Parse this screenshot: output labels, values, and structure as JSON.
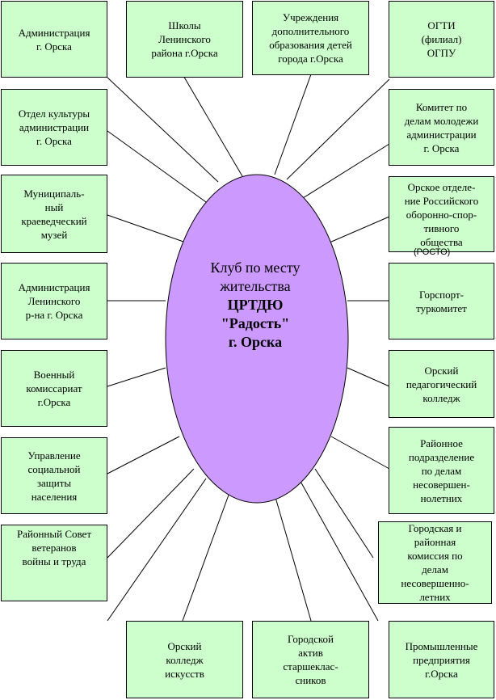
{
  "center": {
    "line1": "Клуб по месту",
    "line2": "жительства",
    "line3": "ЦРТДЮ",
    "line4": "\"Радость\"",
    "line5": "г. Орска"
  },
  "boxes": {
    "b01": "Администрация\nг. Орска",
    "b02": "Школы\nЛенинского\nрайона г.Орска",
    "b03": "Учреждения\nдополнительного\nобразования детей\nгорода г.Орска",
    "b04": "ОГТИ\n(филиал)\nОГПУ",
    "b05": "Отдел культуры\nадминистрации\nг. Орска",
    "b06": "Комитет по\nделам молодежи\nадминистрации\nг. Орска",
    "b07": "Муниципаль-\nный\nкраеведческий\nмузей",
    "b08": "Орское отделе-\nние Российского\nоборонно-спор-\nтивного\nобщества",
    "b09": "Администрация\nЛенинского\nр-на г. Орска",
    "b10": "Горспорт-\nтуркомитет",
    "b11": "Военный\nкомиссариат\nг.Орска",
    "b12": "Орский\nпедагогический\nколледж",
    "b13": "Управление\nсоциальной\nзащиты\nнаселения",
    "b14": "Районное\nподразделение\nпо делам\nнесовершен-\nнолетних",
    "b15": "Районный Совет\nветеранов\nвойны и труда",
    "b16": "Городская и\nрайонная\nкомиссия по\nделам\nнесовершенно-\nлетних",
    "b17": "Орский\nколледж\nискусств",
    "b18": "Городской\nактив\nстаршеклас-\nсников",
    "b19": "Промышленные\nпредприятия\nг.Орска"
  },
  "rosto_note": "(РОСТО)",
  "colors": {
    "box_fill": "#ccffcc",
    "ellipse_fill": "#cc99ff",
    "stroke": "#000000"
  }
}
